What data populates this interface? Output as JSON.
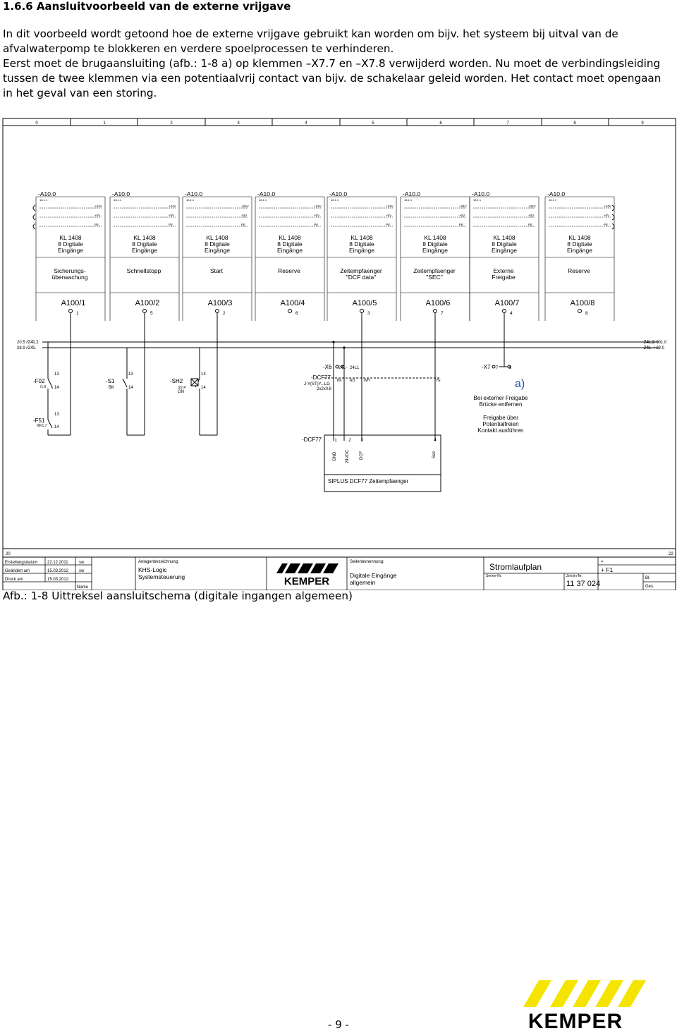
{
  "heading": "1.6.6 Aansluitvoorbeeld van de externe vrijgave",
  "intro": [
    "In dit voorbeeld wordt getoond hoe de externe vrijgave gebruikt kan worden om bijv. het systeem bij uitval van de afvalwaterpomp te blokkeren en verdere spoelprocessen te verhinderen.",
    "Eerst moet de brugaansluiting (afb.: 1-8 a) op klemmen –X7.7 en –X7.8 verwijderd worden. Nu moet de verbindingsleiding tussen de twee klemmen via een potentiaalvrij contact van bijv. de schakelaar geleid worden. Het contact moet opengaan in het geval van een storing."
  ],
  "schematic": {
    "ruler": [
      "0",
      "1",
      "2",
      "3",
      "4",
      "5",
      "6",
      "7",
      "8",
      "9"
    ],
    "modules": [
      {
        "ref": "-A10.0",
        "type": "KL 1408",
        "line2": "8 Digitale",
        "line3": "Eingänge",
        "func": [
          "Sicherungs-",
          "überwachung"
        ],
        "term": "A100/1",
        "pin": "1"
      },
      {
        "ref": "-A10.0",
        "type": "KL 1408",
        "line2": "8 Digitale",
        "line3": "Eingänge",
        "func": [
          "Schnellstopp",
          ""
        ],
        "term": "A100/2",
        "pin": "5"
      },
      {
        "ref": "-A10.0",
        "type": "KL 1408",
        "line2": "8 Digitale",
        "line3": "Eingänge",
        "func": [
          "Start",
          ""
        ],
        "term": "A100/3",
        "pin": "2"
      },
      {
        "ref": "-A10.0",
        "type": "KL 1408",
        "line2": "8 Digitale",
        "line3": "Eingänge",
        "func": [
          "Reserve",
          ""
        ],
        "term": "A100/4",
        "pin": "6"
      },
      {
        "ref": "-A10.0",
        "type": "KL 1408",
        "line2": "8 Digitale",
        "line3": "Eingänge",
        "func": [
          "Zeitempfaenger",
          "\"DCF data\""
        ],
        "term": "A100/5",
        "pin": "3"
      },
      {
        "ref": "-A10.0",
        "type": "KL 1408",
        "line2": "8 Digitale",
        "line3": "Eingänge",
        "func": [
          "Zeitempfaenger",
          "\"SEC\""
        ],
        "term": "A100/6",
        "pin": "7"
      },
      {
        "ref": "-A10.0",
        "type": "KL 1408",
        "line2": "8 Digitale",
        "line3": "Eingänge",
        "func": [
          "Externe",
          "Freigabe"
        ],
        "term": "A100/7",
        "pin": "4"
      },
      {
        "ref": "-A10.0",
        "type": "KL 1408",
        "line2": "8 Digitale",
        "line3": "Eingänge",
        "func": [
          "Reserve",
          ""
        ],
        "term": "A100/8",
        "pin": "8"
      }
    ],
    "rails": {
      "v24": "+24V",
      "v0": "+0V",
      "pe": "PE",
      "sub": "18.1.1"
    },
    "buses": {
      "l1": "-24L1",
      "l": "-24L",
      "l1_src": "20.5 /",
      "l_src": "28.9 /",
      "l1_dst": "/ 901.0",
      "l_dst": "/ 22.0"
    },
    "f02": {
      "ref": "-F02",
      "sub": "/1.6",
      "c13": "13",
      "c14": "14"
    },
    "f51": {
      "ref": "-F51",
      "sub": "/6K1.7",
      "c13": "13",
      "c14": "14"
    },
    "s1": {
      "ref": "-S1",
      "color": "BK",
      "c13": "13",
      "c14": "14"
    },
    "sh2": {
      "ref": "-SH2",
      "sub": "/22.4",
      "color": "GN",
      "c13": "13",
      "c14": "14"
    },
    "x6": {
      "ref": "-X6",
      "t1": "24L-",
      "t2": "24L1"
    },
    "dcf_cable": {
      "ref": "-DCF77",
      "type": "J-Y(ST)Y...LG",
      "size": "2x2x0.8",
      "bk": "BK",
      "rd": "RD",
      "wh": "WH",
      "ye": "YE"
    },
    "dcf_dev": {
      "ref": "-DCF77",
      "pins": [
        "1",
        "2",
        "3",
        "4"
      ],
      "signals": [
        "GND",
        "24VDC",
        "DCF",
        "Sec"
      ],
      "name": "SIPLUS DCF77 Zeitempfaenger"
    },
    "x7": {
      "ref": "-X7",
      "t7": "7",
      "t8": "8"
    },
    "note_a": "a)",
    "note1": [
      "Bei externer Freigabe",
      "Brücke entfernen"
    ],
    "note2": [
      "Freigabe über",
      "Potentialfreien",
      "Kontakt ausführen"
    ],
    "titleblock": {
      "sheet_prev": "20",
      "sheet_next": "22",
      "rows": [
        {
          "label": "Erstellungsdatum",
          "date": "22.12.2011",
          "name": "sw"
        },
        {
          "label": "Geändert am",
          "date": "15.03.2012",
          "name": "sw"
        },
        {
          "label": "Druck am",
          "date": "15.03.2012",
          "name": ""
        }
      ],
      "name_label": "Name",
      "anlage_label": "Anlagenbezeichnung:",
      "anlage": [
        "KHS-Logic",
        "Systemsteuerung"
      ],
      "brand": "KEMPER",
      "seite_label": "Seitenbenennung:",
      "seite": [
        "Digitale Eingänge",
        "allgemein"
      ],
      "doc_type": "Stromlaufplan",
      "eq": "=",
      "plus": "+ F1",
      "serien_label": "Serien-Nr.",
      "zeichnr_label": "Zeichn-Nr.",
      "zeichnr": "11 37 024",
      "bl": "Bl.",
      "ges": "Ges."
    }
  },
  "caption": "Afb.: 1-8 Uittreksel aansluitschema (digitale ingangen algemeen)",
  "page_number": "- 9 -",
  "logo": {
    "text": "KEMPER",
    "color": "#f5e400"
  }
}
